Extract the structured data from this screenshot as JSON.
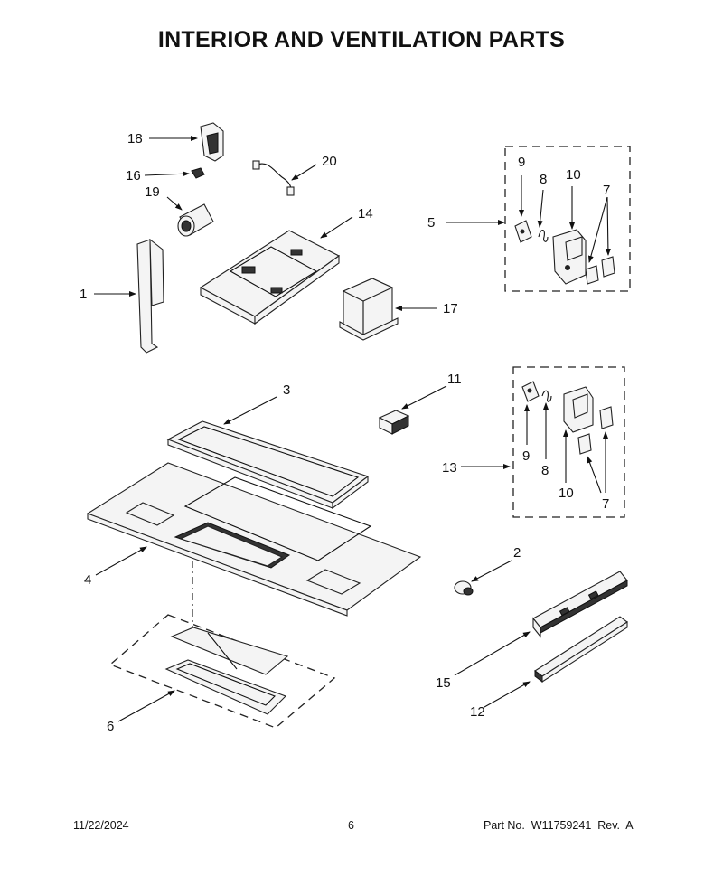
{
  "title": "INTERIOR AND VENTILATION PARTS",
  "labels": {
    "p1": "1",
    "p2": "2",
    "p3": "3",
    "p4": "4",
    "p5": "5",
    "p6": "6",
    "p7a": "7",
    "p7b": "7",
    "p8a": "8",
    "p8b": "8",
    "p9a": "9",
    "p9b": "9",
    "p10a": "10",
    "p10b": "10",
    "p11": "11",
    "p12": "12",
    "p13": "13",
    "p14": "14",
    "p15": "15",
    "p16": "16",
    "p17": "17",
    "p18": "18",
    "p19": "19",
    "p20": "20"
  },
  "footer": {
    "date": "11/22/2024",
    "page": "6",
    "part_no": "Part No.  W11759241  Rev.  A"
  }
}
